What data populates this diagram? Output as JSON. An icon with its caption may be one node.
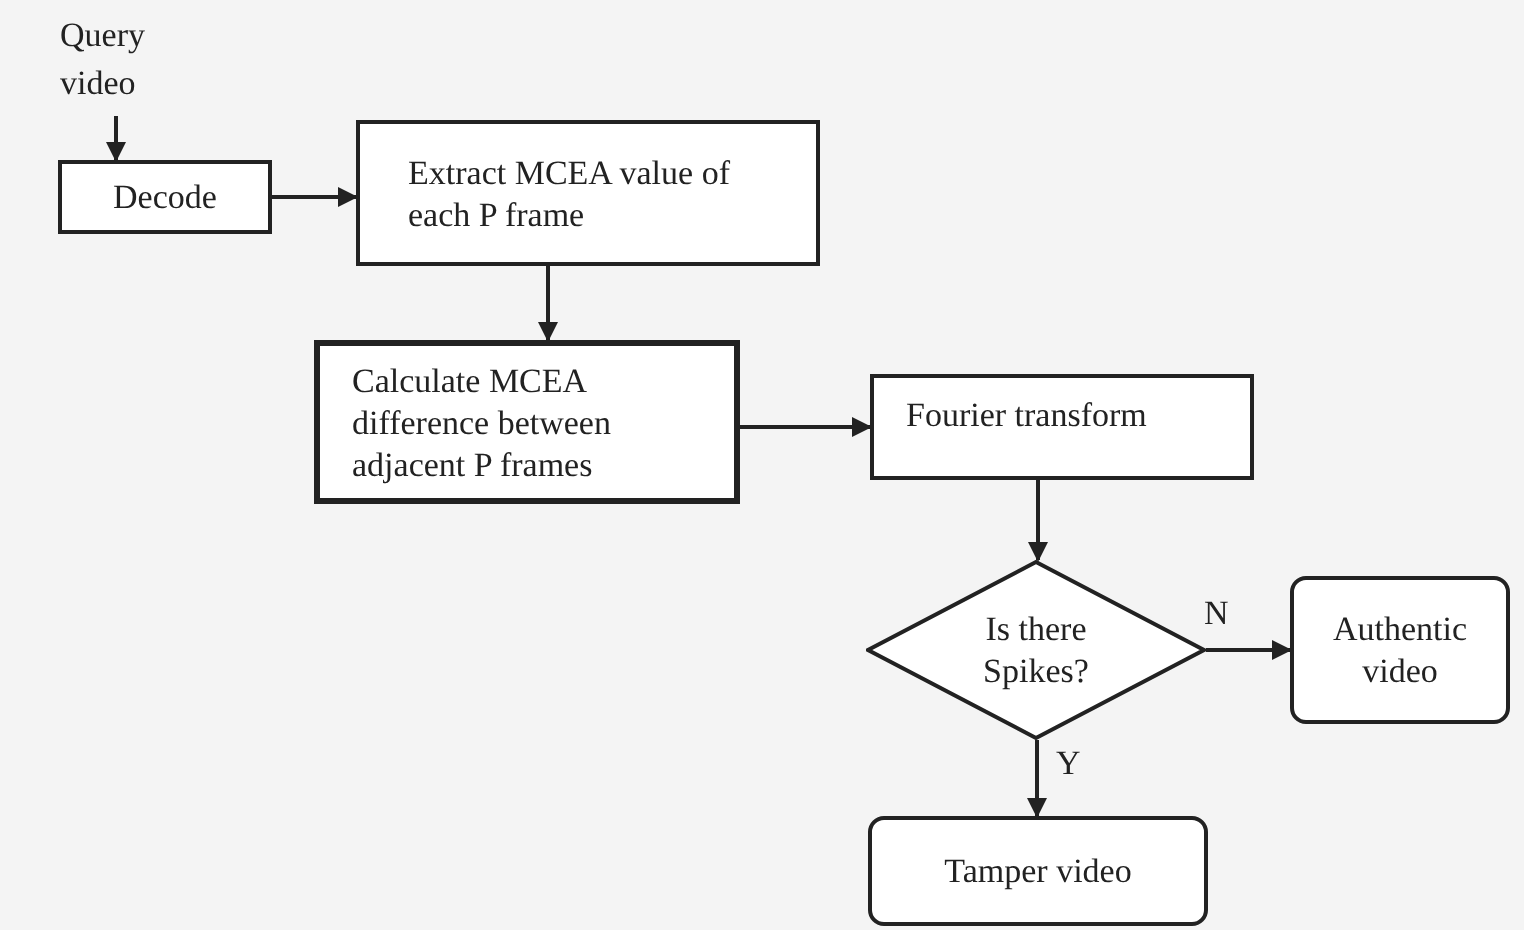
{
  "diagram": {
    "nodes": [
      {
        "text": [
          "Query video"
        ]
      },
      {
        "text": [
          "Decode"
        ]
      },
      {
        "text": [
          "Extract MCEA value of each P frame"
        ]
      },
      {
        "text": [
          "Calculate MCEA difference between adjacent P frames"
        ]
      },
      {
        "text": [
          "Fourier transform"
        ]
      },
      {
        "text": [
          "Is there Spikes?"
        ]
      },
      {
        "text": [
          "Authentic video"
        ]
      },
      {
        "text": [
          "Tamper video"
        ]
      }
    ],
    "edges": [
      {
        "from": 0,
        "to": 1,
        "arrow": "to"
      },
      {
        "from": 1,
        "to": 2,
        "arrow": "to"
      },
      {
        "from": 2,
        "to": 3,
        "arrow": "to"
      },
      {
        "from": 3,
        "to": 4,
        "arrow": "to"
      },
      {
        "from": 4,
        "to": 5,
        "arrow": "to"
      },
      {
        "from": 5,
        "to": 6,
        "arrow": "to",
        "label": "N"
      },
      {
        "from": 5,
        "to": 7,
        "arrow": "to",
        "label": "Y"
      }
    ]
  }
}
